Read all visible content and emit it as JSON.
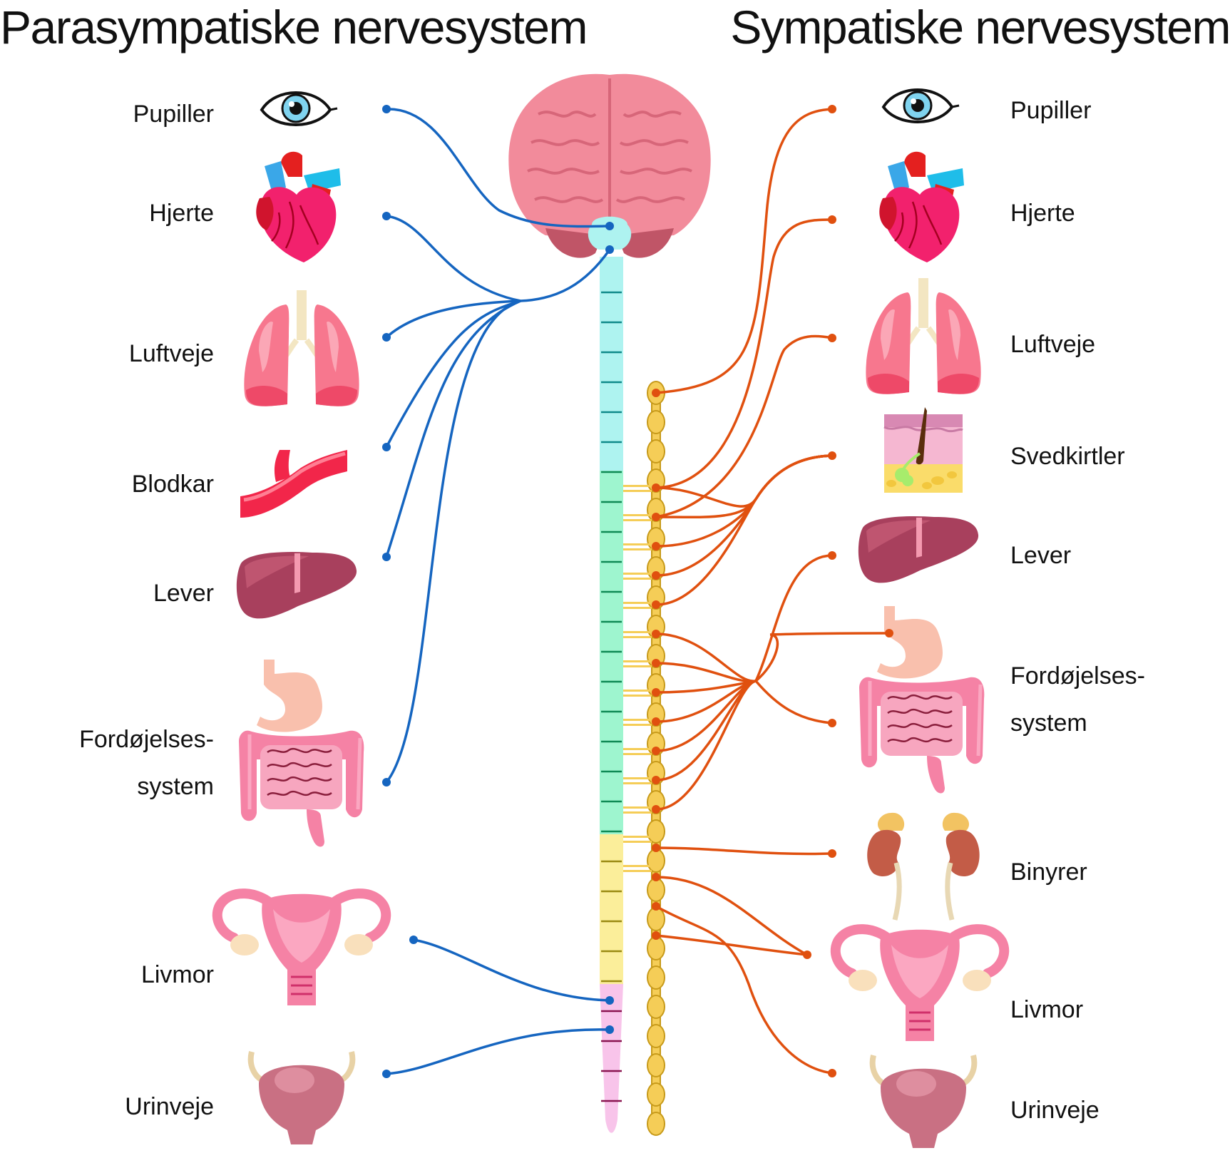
{
  "titles": {
    "parasympathetic": "Parasympatiske nervesystem",
    "sympathetic": "Sympatiske nervesystem"
  },
  "left_labels": {
    "pupils": "Pupiller",
    "heart": "Hjerte",
    "airways": "Luftveje",
    "blood_vessels": "Blodkar",
    "liver": "Lever",
    "digestive_1": "Fordøjelses-",
    "digestive_2": "system",
    "uterus": "Livmor",
    "urinary": "Urinveje"
  },
  "right_labels": {
    "pupils": "Pupiller",
    "heart": "Hjerte",
    "airways": "Luftveje",
    "sweat_glands": "Svedkirtler",
    "liver": "Lever",
    "digestive_1": "Fordøjelses-",
    "digestive_2": "system",
    "adrenals": "Binyrer",
    "uterus": "Livmor",
    "urinary": "Urinveje"
  },
  "colors": {
    "parasympathetic_line": "#1565c0",
    "sympathetic_line": "#e0500f",
    "brain": "#f28b9b",
    "spine_cervical": "#aef3f0",
    "spine_thoracic": "#9ef5cf",
    "spine_lumbar": "#fbee9a",
    "spine_sacral": "#f8c4ea",
    "ganglion_chain": "#f5cd57"
  },
  "icons": [
    "eye-icon",
    "heart-icon",
    "lungs-icon",
    "blood-vessel-icon",
    "liver-icon",
    "digestive-system-icon",
    "uterus-icon",
    "bladder-icon",
    "skin-sweat-gland-icon",
    "adrenal-kidney-icon",
    "brain-icon",
    "spinal-cord-icon",
    "sympathetic-chain-icon"
  ]
}
